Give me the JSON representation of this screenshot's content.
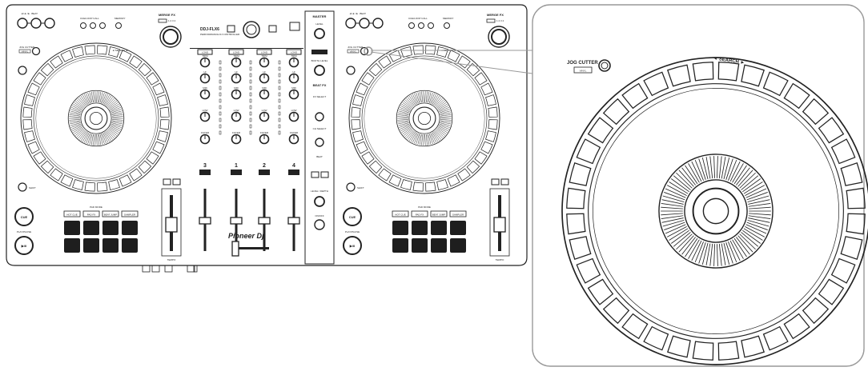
{
  "controller": {
    "model": "DDJ-FLX6",
    "model_sub": "PERFORMANCE DJ CONTROLLER",
    "brand": "Pioneer Dj",
    "colors": {
      "line": "#222222",
      "pad": "#1e1e1e",
      "highlight_box": "#aaaaaa"
    }
  },
  "deck_left": {
    "beat_left": "◄/◄·/►· BEAT",
    "cue_loop_call": "CUE/LOOP CALL",
    "memory": "MEMORY",
    "merge_fx": "MERGE FX",
    "merge_fx_numbers": "1 2 3 4",
    "jog_cutter": "JOG CUTTER",
    "vinyl": "VINYL",
    "shift": "SHIFT",
    "search": "◄ SEARCH ►",
    "cue": "CUE",
    "play_pause": "PLAY/PAUSE",
    "play_glyph": "▶/II",
    "pad_mode": "PAD MODE",
    "pad_modes": [
      "HOT CUE",
      "PAD FX",
      "BEAT JUMP",
      "SAMPLER"
    ],
    "tempo": "TEMPO"
  },
  "deck_right": {
    "beat_left": "◄/◄·/►· BEAT",
    "cue_loop_call": "CUE/LOOP CALL",
    "memory": "MEMORY",
    "merge_fx": "MERGE FX",
    "merge_fx_numbers": "1 2 3 4",
    "jog_cutter": "JOG CUTTER",
    "vinyl": "VINYL",
    "shift": "SHIFT",
    "search": "◄ SEARCH ►",
    "cue": "CUE",
    "play_pause": "PLAY/PAUSE",
    "play_glyph": "▶/II",
    "pad_mode": "PAD MODE",
    "pad_modes": [
      "HOT CUE",
      "PAD FX",
      "BEAT JUMP",
      "SAMPLER"
    ],
    "tempo": "TEMPO"
  },
  "mixer": {
    "knob_labels": [
      "TRIM",
      "HI",
      "MID",
      "LOW",
      "FILTER"
    ],
    "load": "LOAD",
    "cue": "CUE",
    "channel_numbers": [
      "3",
      "1",
      "2",
      "4"
    ]
  },
  "master_section": {
    "master": "MASTER",
    "level": "LEVEL",
    "booth_level": "BOOTH LEVEL",
    "beat_fx": "BEAT FX",
    "fx_select": "FX SELECT",
    "ch_select": "CH SELECT",
    "beat": "BEAT",
    "level_depth": "LEVEL / DEPTH",
    "on_off": "ON/OFF"
  },
  "zoom": {
    "jog_cutter": "JOG CUTTER",
    "vinyl": "VINYL",
    "search": "◄ SEARCH ►"
  }
}
